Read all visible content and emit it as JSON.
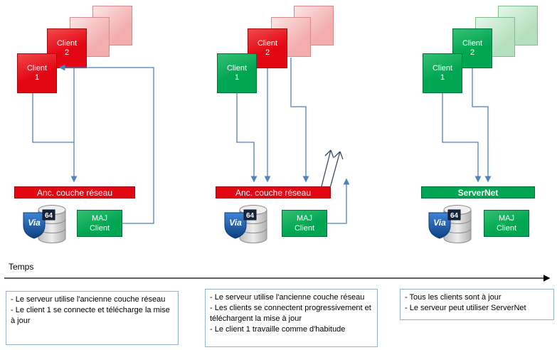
{
  "timeline_label": "Temps",
  "db_icon": {
    "brand": "Via",
    "badge": "64"
  },
  "panels": [
    {
      "client1": "Client\n1",
      "client2": "Client\n2",
      "bar_label": "Anc. couche réseau",
      "maj": [
        "MAJ",
        "Client"
      ],
      "notes": [
        "- Le serveur utilise l'ancienne couche réseau",
        "- Le client 1 se connecte et télécharge la mise à jour"
      ]
    },
    {
      "client1": "Client\n1",
      "client2": "Client\n2",
      "bar_label": "Anc. couche réseau",
      "maj": [
        "MAJ",
        "Client"
      ],
      "notes": [
        "- Le serveur utilise l'ancienne couche réseau",
        "- Les clients se connectent progressivement et téléchargent la mise à jour",
        "- Le client 1 travaille comme d'habitude"
      ]
    },
    {
      "client1": "Client\n1",
      "client2": "Client\n2",
      "bar_label": "ServerNet",
      "maj": [
        "MAJ",
        "Client"
      ],
      "notes": [
        "- Tous les clients sont à jour",
        "- Le serveur peut utiliser ServerNet"
      ]
    }
  ],
  "colors": {
    "red": "#e30613",
    "red-border": "#9e0b0f",
    "pink": "#f3adad",
    "pink-border": "#d98a8a",
    "green": "#00a651",
    "green-border": "#00713a",
    "lightgreen": "#b5e0bf",
    "lightgreen-border": "#7bbf8e",
    "blue": "#4f81bd",
    "sketch": "#3a4a66",
    "ink": "#000000",
    "note-border": "#95b3d7"
  }
}
